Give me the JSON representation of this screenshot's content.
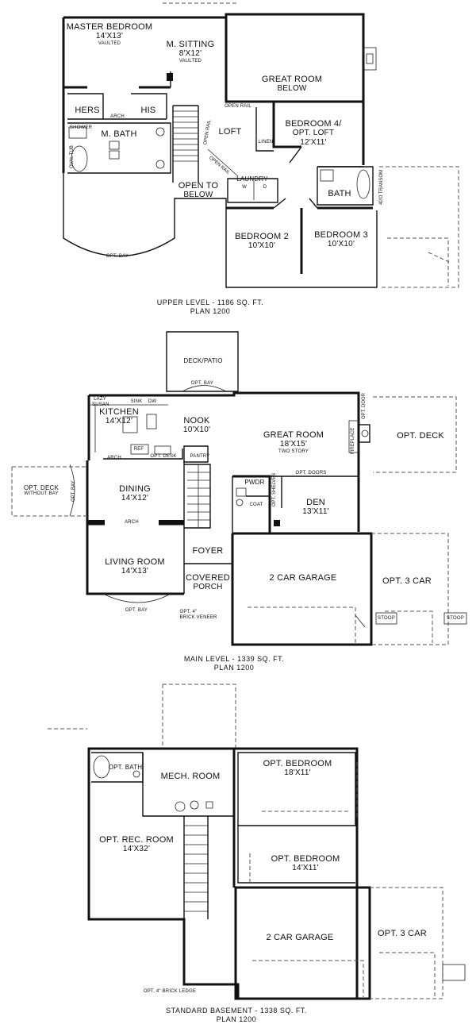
{
  "upper": {
    "caption": "UPPER LEVEL - 1186 SQ. FT.",
    "plan": "PLAN 1200",
    "rooms": {
      "master": {
        "name": "MASTER BEDROOM",
        "dim": "14'X13'",
        "note": "VAULTED"
      },
      "sitting": {
        "name": "M. SITTING",
        "dim": "8'X12'",
        "note": "VAULTED"
      },
      "great": {
        "name": "GREAT ROOM",
        "dim": "BELOW"
      },
      "hers": "HERS",
      "his": "HIS",
      "arch": "ARCH",
      "mbath": "M. BATH",
      "shower": "SHOWER",
      "oval_tub": "OVAL TUB",
      "loft": "LOFT",
      "open_rail_1": "OPEN RAIL",
      "open_rail_2": "OPEN RAIL",
      "open_rail_3": "OPEN RAIL",
      "bed4": {
        "name": "BEDROOM 4/",
        "line2": "OPT. LOFT",
        "dim": "12'X11'"
      },
      "linen": "LINEN",
      "laundry": "LAUNDRY",
      "w": "W",
      "d": "D",
      "open_below": {
        "name": "OPEN TO",
        "line2": "BELOW"
      },
      "bath": "BATH",
      "transom": "40'O TRANSOM",
      "bed2": {
        "name": "BEDROOM 2",
        "dim": "10'X10'"
      },
      "bed3": {
        "name": "BEDROOM 3",
        "dim": "10'X10'"
      },
      "opt_bay": "OPT. BAY"
    }
  },
  "main": {
    "caption": "MAIN LEVEL - 1339 SQ. FT.",
    "plan": "PLAN 1200",
    "rooms": {
      "deck": "DECK/PATIO",
      "opt_bay_top": "OPT. BAY",
      "lazy_susan": "LAZY SUSAN",
      "sink": "SINK",
      "dw": "DW",
      "kitchen": {
        "name": "KITCHEN",
        "dim": "14'X12'"
      },
      "nook": {
        "name": "NOOK",
        "dim": "10'X10'"
      },
      "great": {
        "name": "GREAT ROOM",
        "dim": "18'X15'",
        "note": "TWO STORY"
      },
      "fireplace": "FIREPLACE",
      "opt_deck_right": "OPT. DECK",
      "opt_door": "OPT. DOOR",
      "arch": "ARCH",
      "ref": "REF",
      "opt_desk": "OPT. DESK",
      "pantry": "PANTRY",
      "opt_doors": "OPT. DOORS",
      "opt_deck_left": {
        "name": "OPT. DECK",
        "note": "WITHOUT BAY"
      },
      "opt_bay_left": "OPT. BAY",
      "dining": {
        "name": "DINING",
        "dim": "14'X12'"
      },
      "pwdr": "PWDR",
      "coat": "COAT",
      "opt_shelves": "OPT. SHELVES",
      "den": {
        "name": "DEN",
        "dim": "13'X11'"
      },
      "arch2": "ARCH",
      "living": {
        "name": "LIVING ROOM",
        "dim": "14'X13'"
      },
      "foyer": "FOYER",
      "covered_porch": {
        "name": "COVERED",
        "line2": "PORCH"
      },
      "garage": "2 CAR GARAGE",
      "opt3car": "OPT. 3 CAR",
      "opt_bay_bottom": "OPT. BAY",
      "brick": {
        "line1": "OPT. 4\"",
        "line2": "BRICK VENEER"
      },
      "stoop1": "STOOP",
      "stoop2": "STOOP"
    }
  },
  "basement": {
    "caption": "STANDARD BASEMENT - 1338 SQ. FT.",
    "plan": "PLAN 1200",
    "rooms": {
      "opt_bath": "OPT. BATH",
      "mech": "MECH. ROOM",
      "opt_bed1": {
        "name": "OPT. BEDROOM",
        "dim": "18'X11'"
      },
      "opt_rec": {
        "name": "OPT. REC. ROOM",
        "dim": "14'X32'"
      },
      "opt_bed2": {
        "name": "OPT. BEDROOM",
        "dim": "14'X11'"
      },
      "garage": "2 CAR GARAGE",
      "opt3car": "OPT. 3 CAR",
      "brick_ledge": "OPT. 4\" BRICK LEDGE"
    }
  }
}
